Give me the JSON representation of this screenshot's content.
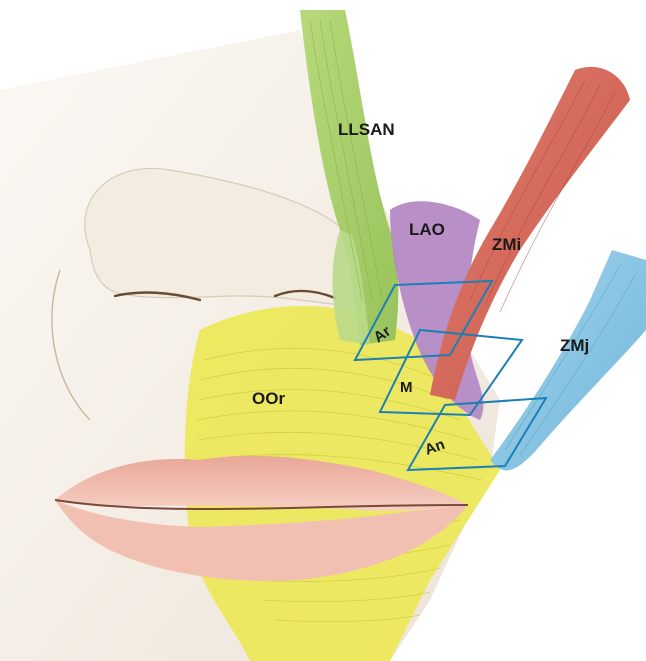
{
  "labels": {
    "llsan": "LLSAN",
    "lao": "LAO",
    "zmi": "ZMi",
    "zmj": "ZMj",
    "oor": "OOr"
  },
  "zones": {
    "ar": "Ar",
    "m": "M",
    "an": "An"
  },
  "colors": {
    "llsan_muscle": "#a9cf6a",
    "lao_muscle": "#b48ac4",
    "zmi_muscle": "#d56b5c",
    "zmj_muscle": "#8ec7e3",
    "oor_muscle": "#ece85a",
    "skin": "#f4eee6",
    "lip": "#eeb3a3",
    "zone_outline": "#1e7fb5"
  }
}
